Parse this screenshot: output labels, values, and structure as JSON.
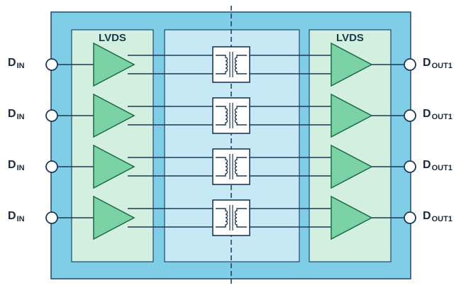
{
  "colors": {
    "outer_fill": "#7fcde6",
    "outer_stroke": "#1d4a6a",
    "lvds_fill": "#d2efdf",
    "iso_fill": "#c6e9f5",
    "buffer_fill": "#7bd3a5",
    "buffer_stroke": "#1a6a4a",
    "wire": "#1d3a58",
    "pin_fill": "#ffffff",
    "transformer_box": "#ffffff"
  },
  "left_block": {
    "title": "LVDS"
  },
  "right_block": {
    "title": "LVDS"
  },
  "inputs": [
    {
      "main": "D",
      "sub": "IN"
    },
    {
      "main": "D",
      "sub": "IN"
    },
    {
      "main": "D",
      "sub": "IN"
    },
    {
      "main": "D",
      "sub": "IN"
    }
  ],
  "outputs": [
    {
      "main": "D",
      "sub": "OUT1"
    },
    {
      "main": "D",
      "sub": "OUT1"
    },
    {
      "main": "D",
      "sub": "OUT1"
    },
    {
      "main": "D",
      "sub": "OUT1"
    }
  ]
}
